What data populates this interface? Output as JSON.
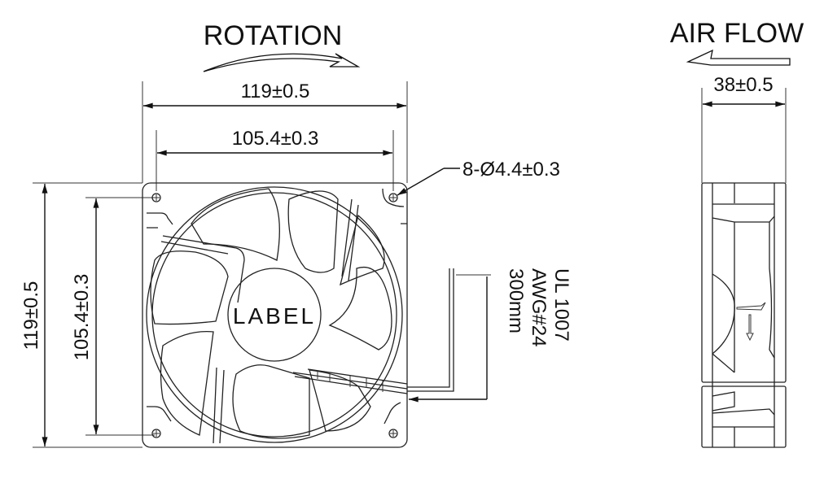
{
  "title_rotation": "ROTATION",
  "title_airflow": "AIR FLOW",
  "front_view": {
    "width_overall": "119±0.5",
    "width_holes": "105.4±0.3",
    "hole_spec": "8-Ø4.4±0.3",
    "height_overall": "119±0.5",
    "height_holes": "105.4±0.3",
    "hub_label": "LABEL"
  },
  "wire": {
    "standard": "UL 1007",
    "gauge": "AWG#24",
    "length": "300mm"
  },
  "side_view": {
    "depth": "38±0.5"
  }
}
